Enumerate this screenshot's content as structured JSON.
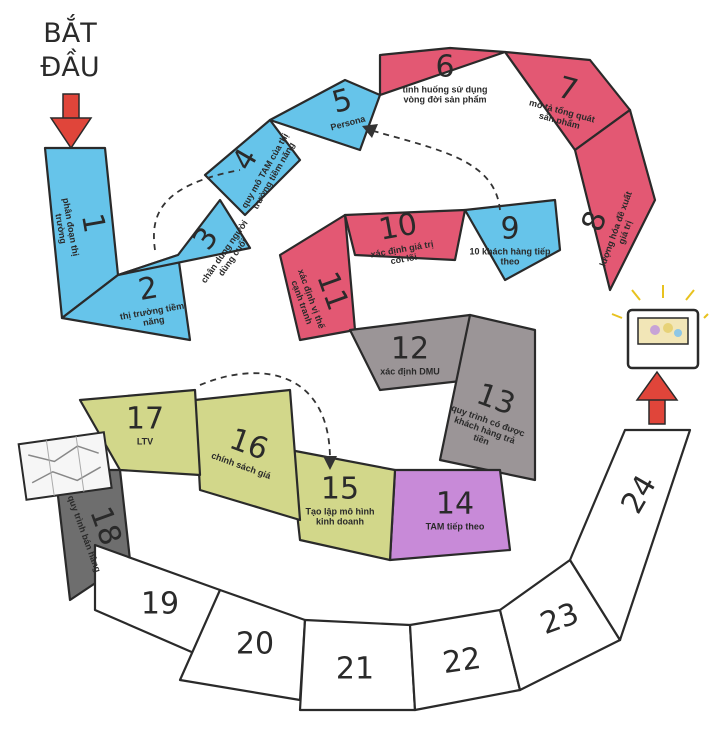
{
  "start_label": [
    "BẮT",
    "ĐẦU"
  ],
  "colors": {
    "blue": "#66c4ea",
    "red": "#e35873",
    "gray": "#9b9597",
    "purple": "#c88ad8",
    "olive": "#d2d78a",
    "white": "#ffffff",
    "darkgray": "#6e6e6e",
    "arrow": "#e0453a"
  },
  "steps": [
    {
      "n": "1",
      "label": "phân đoạn thị trường",
      "color": "blue"
    },
    {
      "n": "2",
      "label": "thị trường tiềm năng",
      "color": "blue"
    },
    {
      "n": "3",
      "label": "chân dung người dùng cuối",
      "color": "blue"
    },
    {
      "n": "4",
      "label": "quy mô TAM của thị trường tiềm năng",
      "color": "blue"
    },
    {
      "n": "5",
      "label": "Persona",
      "color": "blue"
    },
    {
      "n": "6",
      "label": "tình huống sử dụng vòng đời sản phẩm",
      "color": "red"
    },
    {
      "n": "7",
      "label": "mô tả tổng quát sản phẩm",
      "color": "red"
    },
    {
      "n": "8",
      "label": "lượng hóa đề xuất giá trị",
      "color": "red"
    },
    {
      "n": "9",
      "label": "10 khách hàng tiếp theo",
      "color": "blue"
    },
    {
      "n": "10",
      "label": "xác định giá trị cốt lõi",
      "color": "red"
    },
    {
      "n": "11",
      "label": "xác định vị thế cạnh tranh",
      "color": "red"
    },
    {
      "n": "12",
      "label": "xác định DMU",
      "color": "gray"
    },
    {
      "n": "13",
      "label": "quy trình có được khách hàng trả tiền",
      "color": "gray"
    },
    {
      "n": "14",
      "label": "TAM tiếp theo",
      "color": "purple"
    },
    {
      "n": "15",
      "label": "Tạo lập mô hình kinh doanh",
      "color": "olive"
    },
    {
      "n": "16",
      "label": "chính sách giá",
      "color": "olive"
    },
    {
      "n": "17",
      "label": "LTV",
      "color": "olive"
    },
    {
      "n": "18",
      "label": "quy trình bán hàng",
      "color": "darkgray"
    },
    {
      "n": "19",
      "label": "",
      "color": "white"
    },
    {
      "n": "20",
      "label": "",
      "color": "white"
    },
    {
      "n": "21",
      "label": "",
      "color": "white"
    },
    {
      "n": "22",
      "label": "",
      "color": "white"
    },
    {
      "n": "23",
      "label": "",
      "color": "white"
    },
    {
      "n": "24",
      "label": "",
      "color": "white"
    }
  ],
  "icons": {
    "start_arrow": "down-arrow-icon",
    "finish_arrow": "up-arrow-icon",
    "treasure": "treasure-chest-icon",
    "map": "map-icon"
  }
}
